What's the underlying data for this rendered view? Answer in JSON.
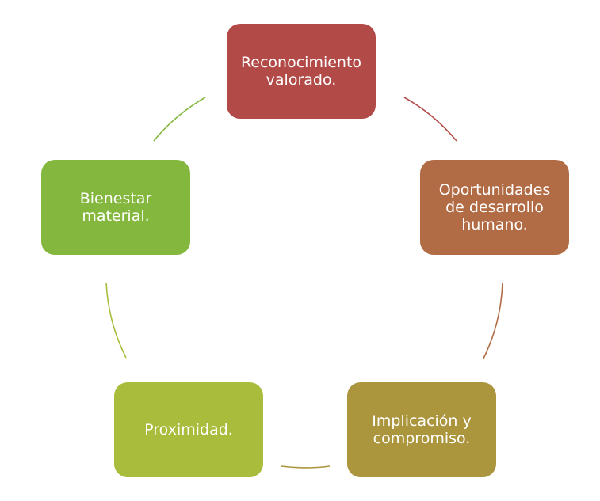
{
  "diagram": {
    "type": "basic-cycle",
    "nodes": [
      {
        "id": "reconocimiento",
        "label": "Reconocimiento\nvalorado.",
        "color": "#B24A47"
      },
      {
        "id": "oportunidades",
        "label": "Oportunidades\nde desarrollo\nhumano.",
        "color": "#B26C45"
      },
      {
        "id": "implicacion",
        "label": "Implicación y\ncompromiso.",
        "color": "#AC963D"
      },
      {
        "id": "proximidad",
        "label": "Proximidad.",
        "color": "#A9BC3B"
      },
      {
        "id": "bienestar",
        "label": "Bienestar\nmaterial.",
        "color": "#84B73E"
      }
    ],
    "connectors": [
      {
        "from": "reconocimiento",
        "to": "oportunidades",
        "color": "#B24A47"
      },
      {
        "from": "oportunidades",
        "to": "implicacion",
        "color": "#B26C45"
      },
      {
        "from": "implicacion",
        "to": "proximidad",
        "color": "#AC963D"
      },
      {
        "from": "proximidad",
        "to": "bienestar",
        "color": "#A9BC3B"
      },
      {
        "from": "bienestar",
        "to": "reconocimiento",
        "color": "#84B73E"
      }
    ]
  }
}
